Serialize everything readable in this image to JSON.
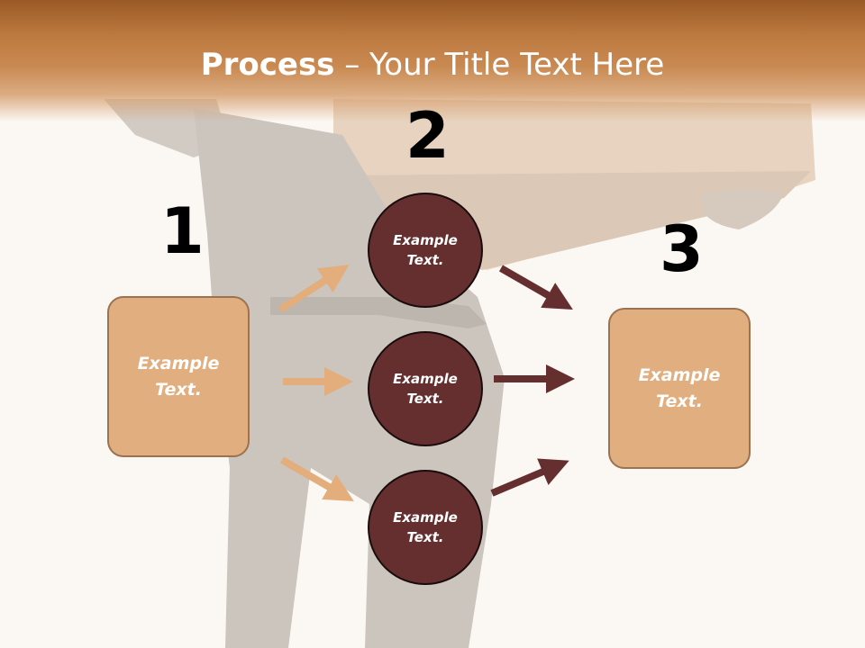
{
  "title": {
    "bold": "Process",
    "rest": " – Your Title Text Here"
  },
  "steps": [
    {
      "number": "1",
      "text": "Example Text."
    },
    {
      "number": "2",
      "items": [
        "Example Text.",
        "Example Text.",
        "Example Text."
      ]
    },
    {
      "number": "3",
      "text": "Example Text."
    }
  ],
  "colors": {
    "header": "#bd7a40",
    "box_fill": "#e0ae7f",
    "circle_fill": "#652f2f",
    "arrow_light": "#e3ad7c",
    "arrow_dark": "#652f2f"
  }
}
